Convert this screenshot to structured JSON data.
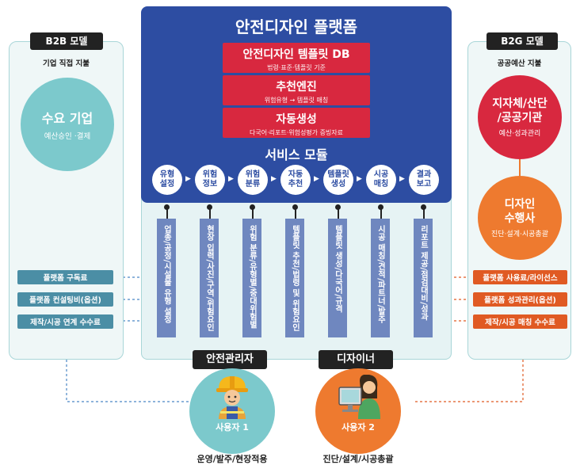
{
  "platform": {
    "title": "안전디자인 플랫폼",
    "boxes": [
      {
        "title": "안전디자인 템플릿 DB",
        "sub": "법령·표준·템플릿 기준"
      },
      {
        "title": "추천엔진",
        "sub": "위험유형 → 템플릿 매칭"
      },
      {
        "title": "자동생성",
        "sub": "다국어·리포트·위험성평가 증빙자료"
      }
    ],
    "service_title": "서비스 모듈",
    "modules": [
      "유형\n설정",
      "위험\n정보",
      "위험\n분류",
      "자동\n추천",
      "템플릿\n생성",
      "시공\n매칭",
      "결과\n보고"
    ],
    "module_details": [
      "업종/공정/시설물 유형 설정",
      "현장 입력/사진/구역/위험요인",
      "위험 분류/유형별/중대위험별",
      "템플릿 추천/법령 및 위험요인",
      "템플릿 생성/다국어/규격",
      "시공 매칭/견적/파트너/발주",
      "리포트 제공/점검대비/성과"
    ]
  },
  "b2b": {
    "label": "B2B 모델",
    "sub": "기업 직접 지불",
    "circle_title": "수요 기업",
    "circle_sub": "예산승인 ·결제",
    "items": [
      "플랫폼 구독료",
      "플랫폼 컨설팅비(옵션)",
      "제작/시공 연계 수수료"
    ]
  },
  "b2g": {
    "label": "B2G 모델",
    "sub": "공공예산 지불",
    "circle1_title": "지자체/산단\n/공공기관",
    "circle1_sub": "예산·성과관리",
    "circle2_title": "디자인\n수행사",
    "circle2_sub": "진단·설계·시공총괄",
    "items": [
      "플랫폼 사용료/라이선스",
      "플랫폼 성과관리(옵션)",
      "제작/시공 매칭 수수료"
    ]
  },
  "users": [
    {
      "label": "안전관리자",
      "name": "사용자 1",
      "role": "운영/발주/현장적용",
      "icon": "construction-worker-icon"
    },
    {
      "label": "디자이너",
      "name": "사용자 2",
      "role": "진단/설계/시공총괄",
      "icon": "designer-at-computer-icon"
    }
  ],
  "colors": {
    "navy": "#2d4da2",
    "red": "#d8283f",
    "teal": "#7cc9cc",
    "orange": "#ee7a2f",
    "module_bar": "#6f87bf"
  }
}
